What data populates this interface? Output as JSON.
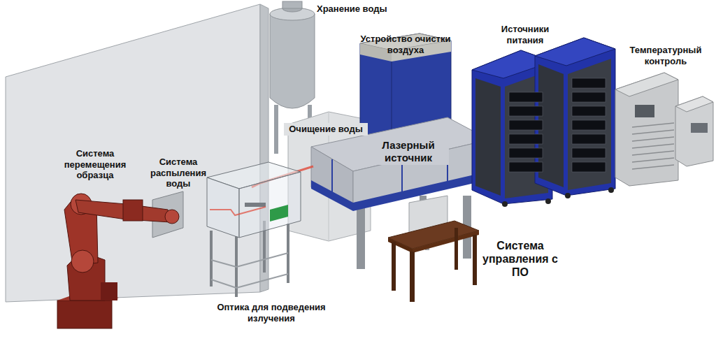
{
  "diagram": {
    "labels": [
      "Хранение воды",
      "Устройство очистки воздуха",
      "Источники питания",
      "Температурный контроль",
      "Очищение воды",
      "Система перемещения образца",
      "Система распыления воды",
      "Лазерный источник",
      "Система управления с ПО",
      "Оптика для подведения излучения"
    ]
  }
}
